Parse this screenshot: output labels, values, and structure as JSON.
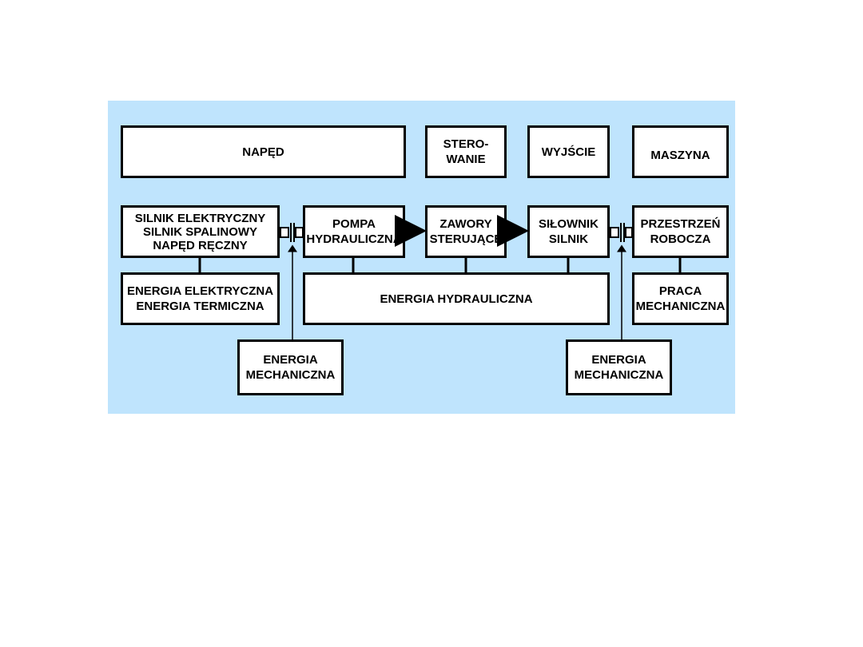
{
  "header_row": {
    "naped": "NAPĘD",
    "sterowanie": [
      "STERO-",
      "WANIE"
    ],
    "wyjscie": "WYJŚCIE",
    "maszyna": "MASZYNA"
  },
  "components": {
    "engines": [
      "SILNIK ELEKTRYCZNY",
      "SILNIK SPALINOWY",
      "NAPĘD RĘCZNY"
    ],
    "pump": [
      "POMPA",
      "HYDRAULICZNA"
    ],
    "valves": [
      "ZAWORY",
      "STERUJĄCE"
    ],
    "actuator": [
      "SIŁOWNIK",
      "SILNIK"
    ],
    "workspace": [
      "PRZESTRZEŃ",
      "ROBOCZA"
    ]
  },
  "energy": {
    "input": [
      "ENERGIA ELEKTRYCZNA",
      "ENERGIA TERMICZNA"
    ],
    "hydraulic": "ENERGIA HYDRAULICZNA",
    "work": [
      "PRACA",
      "MECHANICZNA"
    ],
    "mech_left": [
      "ENERGIA",
      "MECHANICZNA"
    ],
    "mech_right": [
      "ENERGIA",
      "MECHANICZNA"
    ]
  },
  "colors": {
    "panel": "#bfe4fd",
    "box": "#ffffff",
    "line": "#000000"
  }
}
